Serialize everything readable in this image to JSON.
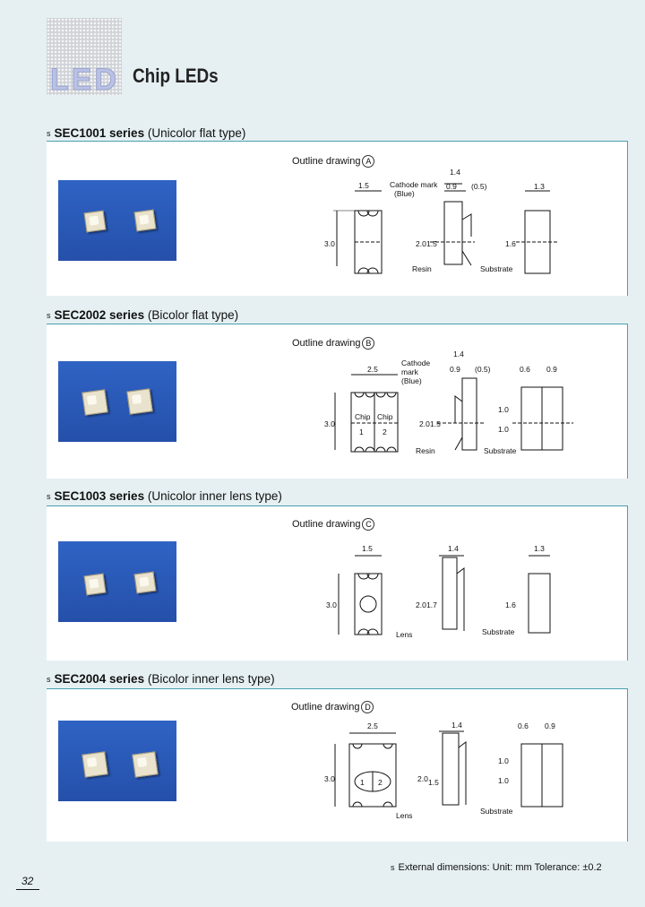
{
  "header": {
    "logo_text": "LED",
    "title": "Chip LEDs"
  },
  "sections": [
    {
      "bullet": "s",
      "series": "SEC1001 series",
      "type": "(Unicolor flat type)",
      "outline_label": "Outline drawing",
      "outline_letter": "A",
      "dims": {
        "w1": "1.5",
        "top": "1.4",
        "d1": "0.9",
        "d2": "(0.5)",
        "right": "1.3",
        "h": "3.0",
        "h2": "2.0",
        "h3": "1.5",
        "h4": "1.6"
      },
      "labels": {
        "cathode": "Cathode mark",
        "cathode2": "(Blue)",
        "resin": "Resin",
        "substrate": "Substrate"
      }
    },
    {
      "bullet": "s",
      "series": "SEC2002 series",
      "type": "(Bicolor flat type)",
      "outline_label": "Outline drawing",
      "outline_letter": "B",
      "dims": {
        "w1": "2.5",
        "top": "1.4",
        "d1": "0.9",
        "d2": "(0.5)",
        "r1": "0.6",
        "r2": "0.9",
        "h": "3.0",
        "h2": "2.0",
        "h3": "1.5",
        "h4": "1.0",
        "h5": "1.0"
      },
      "labels": {
        "cathode": "Cathode",
        "cathode2": "mark",
        "cathode3": "(Blue)",
        "chip": "Chip",
        "c1": "1",
        "c2": "2",
        "resin": "Resin",
        "substrate": "Substrate"
      }
    },
    {
      "bullet": "s",
      "series": "SEC1003 series",
      "type": "(Unicolor inner lens type)",
      "outline_label": "Outline drawing",
      "outline_letter": "C",
      "dims": {
        "w1": "1.5",
        "top": "1.4",
        "right": "1.3",
        "h": "3.0",
        "h2": "2.0",
        "h3": "1.7",
        "h4": "1.6"
      },
      "labels": {
        "lens": "Lens",
        "substrate": "Substrate"
      }
    },
    {
      "bullet": "s",
      "series": "SEC2004 series",
      "type": "(Bicolor inner lens type)",
      "outline_label": "Outline drawing",
      "outline_letter": "D",
      "dims": {
        "w1": "2.5",
        "top": "1.4",
        "r1": "0.6",
        "r2": "0.9",
        "h": "3.0",
        "h2": "2.0",
        "h3": "1.5",
        "h4": "1.0",
        "h5": "1.0"
      },
      "labels": {
        "c1": "1",
        "c2": "2",
        "lens": "Lens",
        "substrate": "Substrate"
      }
    }
  ],
  "footer": {
    "bullet": "s",
    "text": "External dimensions:  Unit: mm  Tolerance: ±0.2",
    "page": "32"
  }
}
